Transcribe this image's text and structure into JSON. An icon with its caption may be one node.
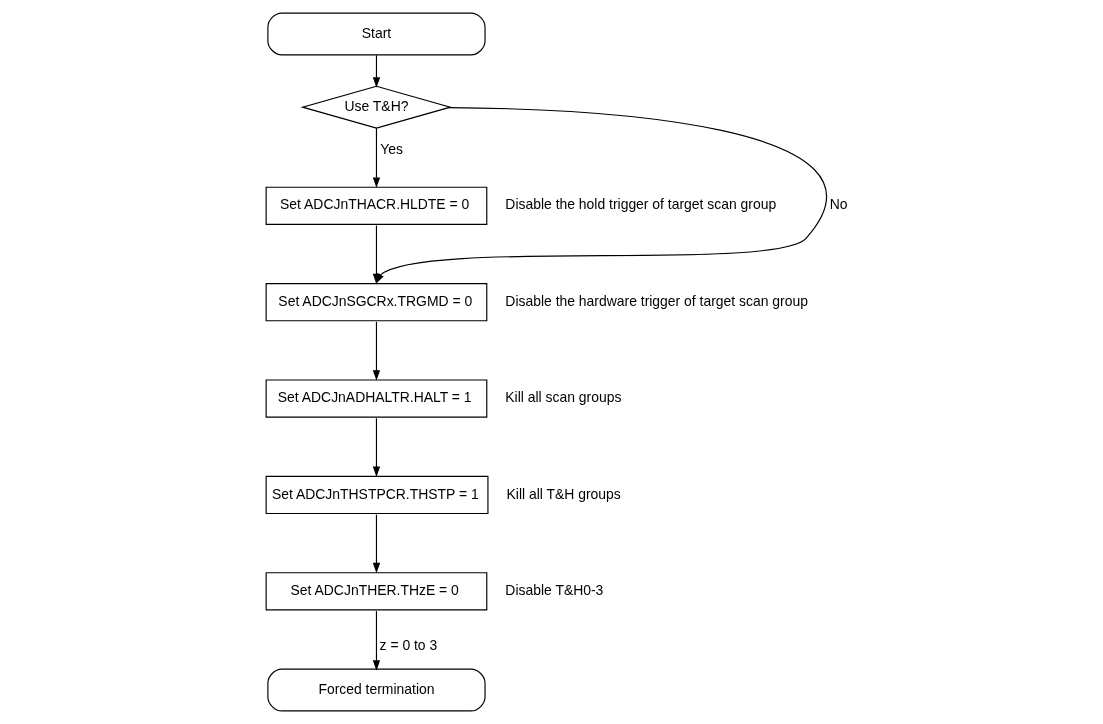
{
  "diagram": {
    "nodes": [
      {
        "text": [
          "Start"
        ]
      },
      {
        "text": [
          "Use T&H?"
        ]
      },
      {
        "text": [
          "Set ADCJnTHACR.HLDTE = 0"
        ],
        "beside": [
          "Disable the hold trigger of target scan group"
        ]
      },
      {
        "text": [
          "Set ADCJnSGCRx.TRGMD = 0"
        ],
        "beside": [
          "Disable the hardware trigger of target scan group"
        ]
      },
      {
        "text": [
          "Set ADCJnADHALTR.HALT = 1"
        ],
        "beside": [
          "Kill all scan groups"
        ]
      },
      {
        "text": [
          "Set ADCJnTHSTPCR.THSTP = 1"
        ],
        "beside": [
          "Kill all T&H groups"
        ]
      },
      {
        "text": [
          "Set ADCJnTHER.THzE = 0"
        ],
        "beside": [
          "Disable T&H0-3"
        ]
      },
      {
        "text": [
          "Forced termination"
        ]
      }
    ],
    "edges": [
      {
        "from": 0,
        "to": 1,
        "arrow": "to"
      },
      {
        "from": 1,
        "to": 2,
        "arrow": "to",
        "label": "Yes"
      },
      {
        "from": 1,
        "to": 3,
        "arrow": "to",
        "label": "No"
      },
      {
        "from": 2,
        "to": 3,
        "arrow": "to"
      },
      {
        "from": 3,
        "to": 4,
        "arrow": "to"
      },
      {
        "from": 4,
        "to": 5,
        "arrow": "to"
      },
      {
        "from": 5,
        "to": 6,
        "arrow": "to"
      },
      {
        "from": 6,
        "to": 7,
        "arrow": "to",
        "label": "z = 0 to 3"
      }
    ]
  }
}
